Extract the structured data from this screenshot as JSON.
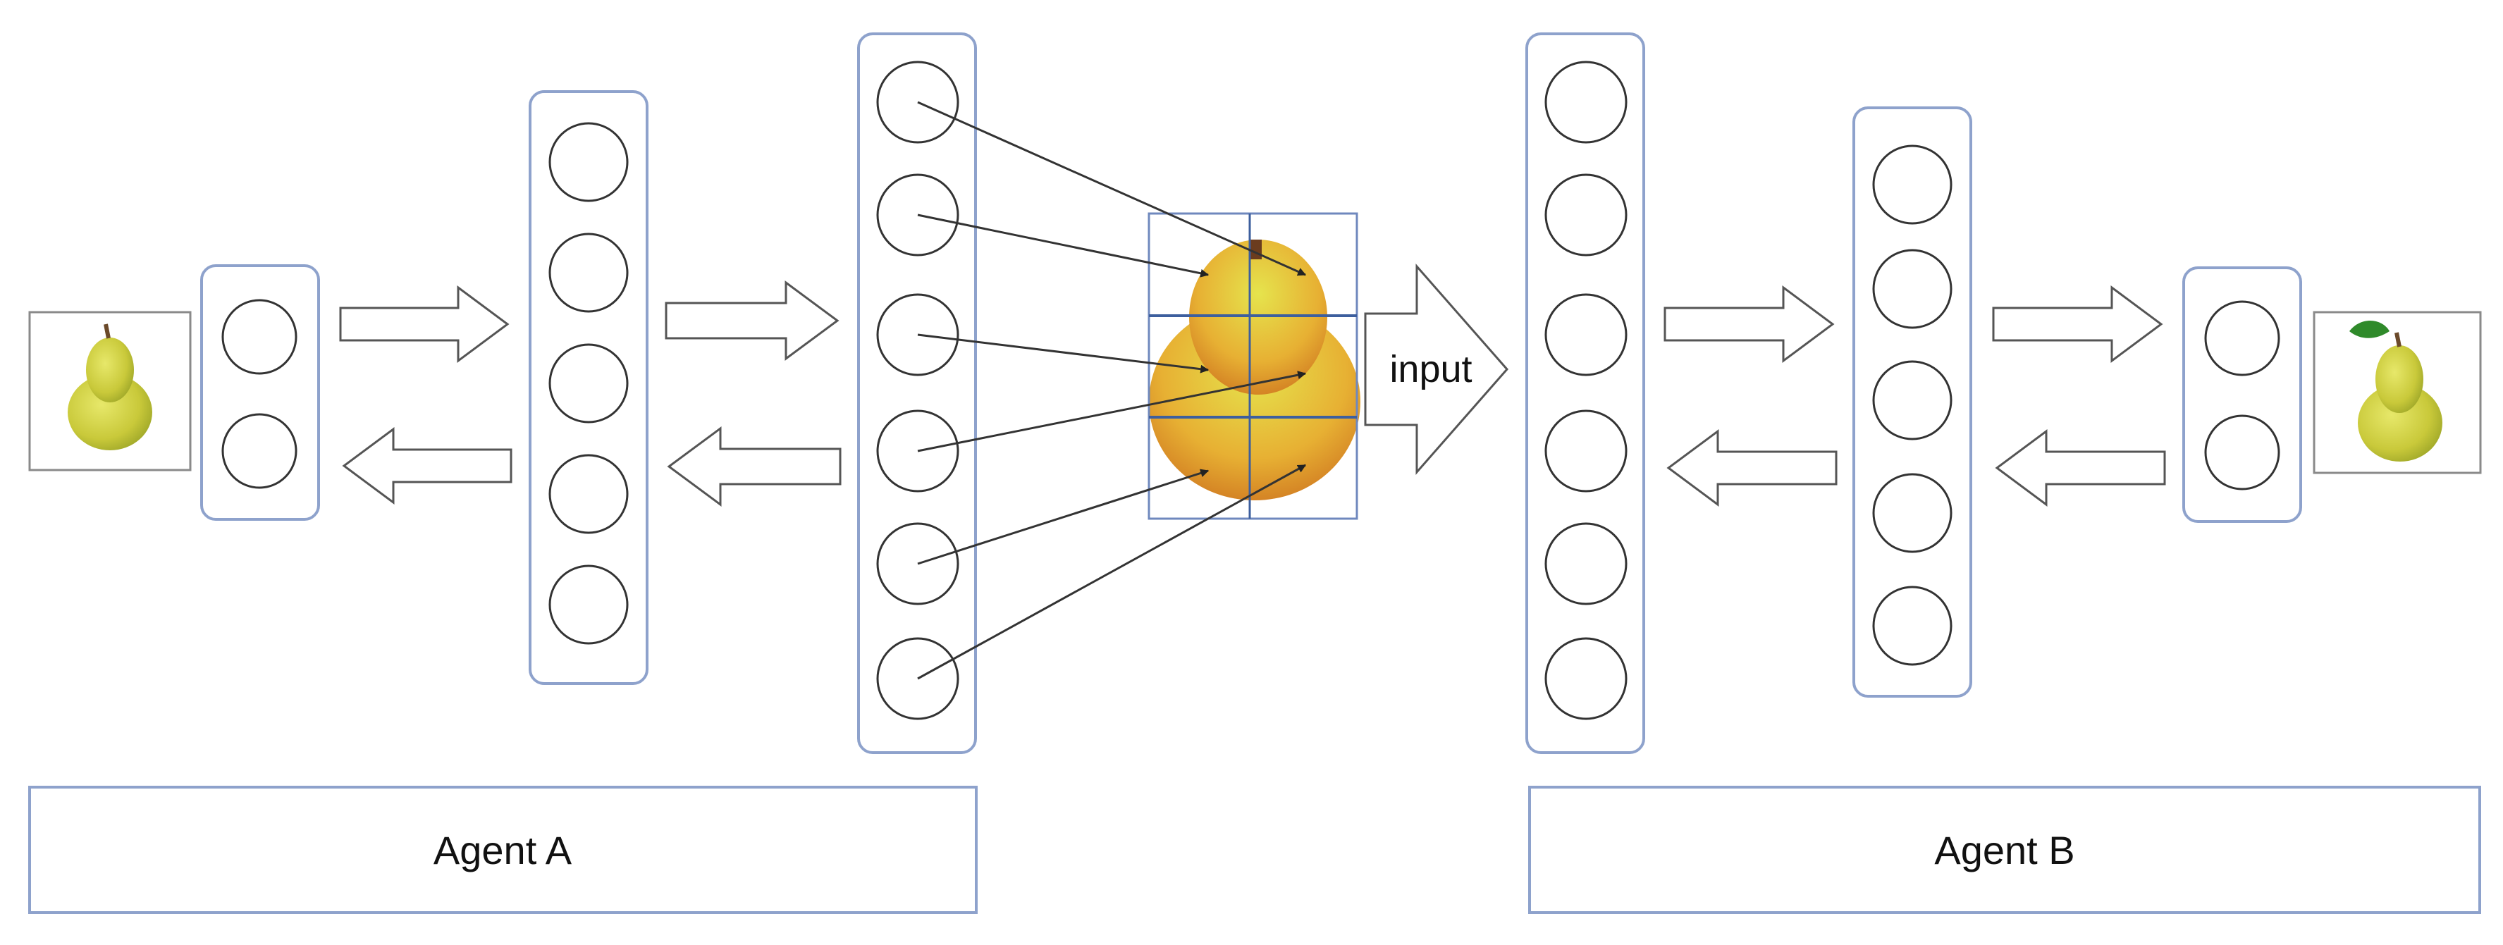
{
  "figure": {
    "agent_a_label": "Agent A",
    "agent_b_label": "Agent B",
    "input_label": "input"
  },
  "layers": {
    "agent_a": {
      "input_units": 2,
      "hidden_units": 5,
      "output_units": 6
    },
    "agent_b": {
      "input_units": 6,
      "hidden_units": 5,
      "output_units": 2
    }
  },
  "image_grid": {
    "rows": 3,
    "cols": 2
  },
  "colors": {
    "layer_border": "#8ea2cc",
    "grid_line": "#3d5f9e",
    "neuron_stroke": "#333333",
    "arrow_stroke": "#444444",
    "pear_yellow": "#d4d94a",
    "pear_orange": "#e89a2a"
  },
  "icons": [
    "pear-icon",
    "pear-with-leaf-icon",
    "block-arrow-right-icon",
    "block-arrow-left-icon"
  ]
}
